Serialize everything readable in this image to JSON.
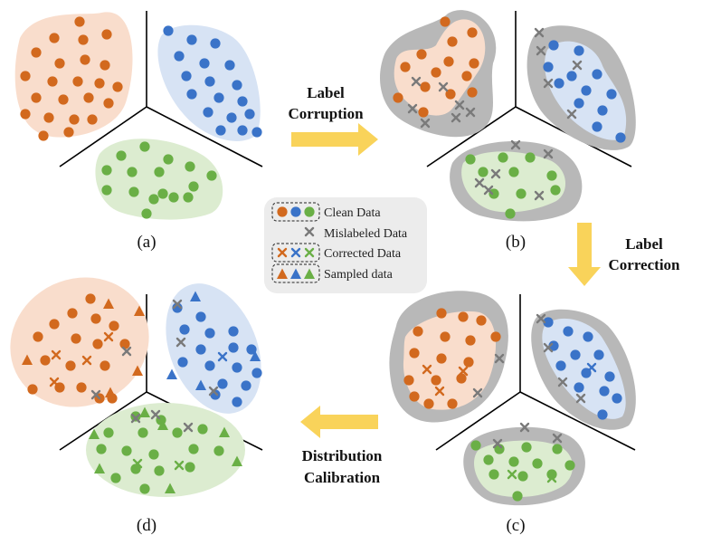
{
  "panels": {
    "a": "(a)",
    "b": "(b)",
    "c": "(c)",
    "d": "(d)"
  },
  "steps": {
    "label_corruption": [
      "Label",
      "Corruption"
    ],
    "label_correction": [
      "Label",
      "Correction"
    ],
    "distribution_calibration": [
      "Distribution",
      "Calibration"
    ]
  },
  "legend": {
    "clean": "Clean Data",
    "mislabeled": "Mislabeled Data",
    "corrected": "Corrected Data",
    "sampled": "Sampled data"
  },
  "colors": {
    "orange": "#d2691e",
    "orange_light": "#f9ddcc",
    "blue": "#3a73c8",
    "blue_light": "#d7e3f4",
    "green": "#6aaf46",
    "green_light": "#dcecd0",
    "gray_marker": "#7a7a7a",
    "gray_region": "#b8b8b8",
    "arrow": "#f9d35a",
    "axis": "#000000",
    "legend_bg": "#ececec"
  },
  "icons": {
    "clean": "circle",
    "mislabeled": "x-mark",
    "corrected": "x-mark",
    "sampled": "triangle"
  }
}
